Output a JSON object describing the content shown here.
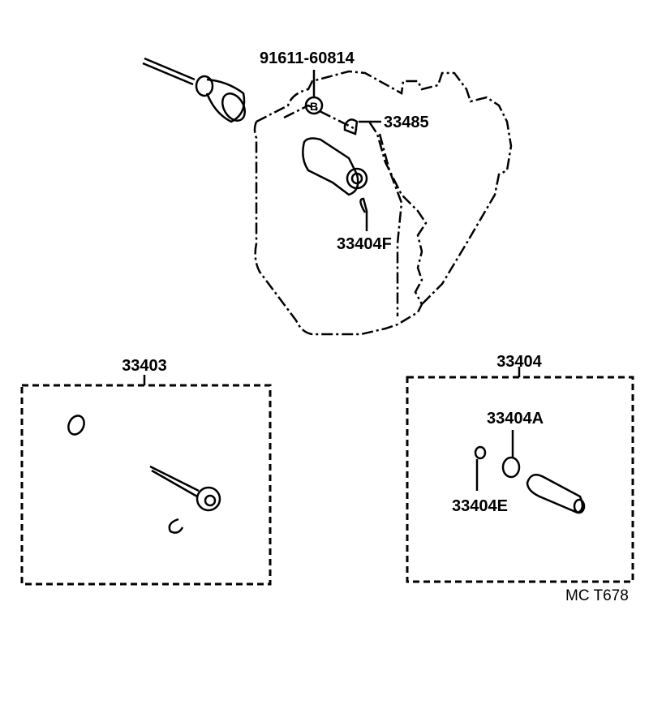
{
  "labels": {
    "bolt": "91611-60814",
    "bolt_marker": "B",
    "clip": "33485",
    "clip_f": "33404F",
    "kit_left": "33403",
    "kit_right": "33404",
    "oring": "33404A",
    "seal": "33404E",
    "figure_code": "MC T678"
  }
}
